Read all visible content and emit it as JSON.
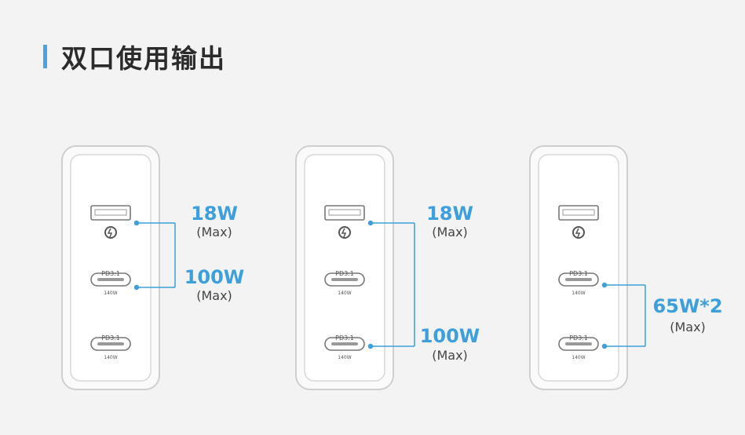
{
  "title": "双口使用输出",
  "accent_color": "#3d9fdc",
  "port_labels": {
    "pd": "PD3.1",
    "watt": "140W"
  },
  "panels": [
    {
      "top_watt": "18W",
      "top_max": "(Max)",
      "bottom_watt": "100W",
      "bottom_max": "(Max)"
    },
    {
      "top_watt": "18W",
      "top_max": "(Max)",
      "bottom_watt": "100W",
      "bottom_max": "(Max)"
    },
    {
      "watt": "65W*2",
      "max": "(Max)"
    }
  ],
  "icons": [
    "usb-a-port-icon",
    "quick-charge-icon",
    "usb-c-port-icon"
  ]
}
